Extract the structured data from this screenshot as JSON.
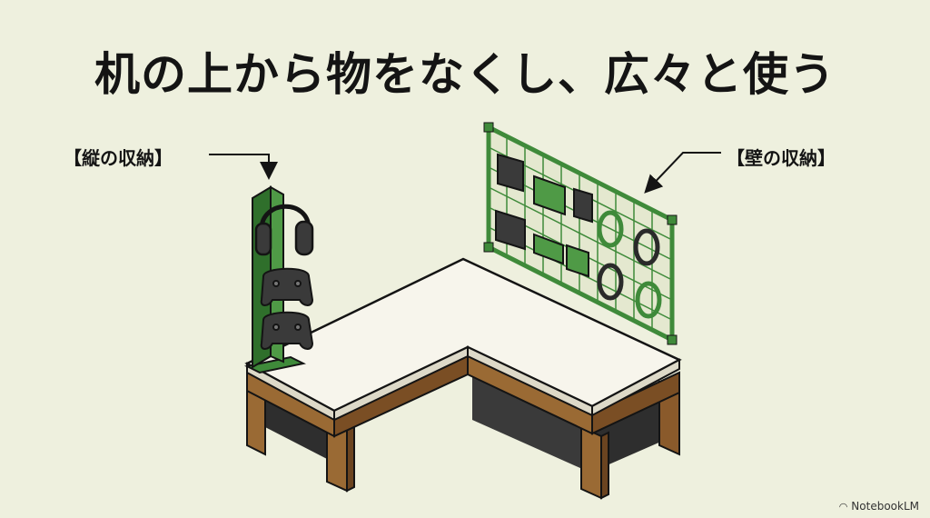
{
  "title": "机の上から物をなくし、広々と使う",
  "labels": {
    "vertical_storage": "【縦の収納】",
    "wall_storage": "【壁の収納】"
  },
  "brand": {
    "name": "NotebookLM",
    "icon": "notebooklm-logo-icon"
  },
  "colors": {
    "background": "#eef0de",
    "green": "#3f8a3a",
    "wood": "#8a5a2b",
    "desktop": "#f7f5ec",
    "ink": "#141414"
  }
}
